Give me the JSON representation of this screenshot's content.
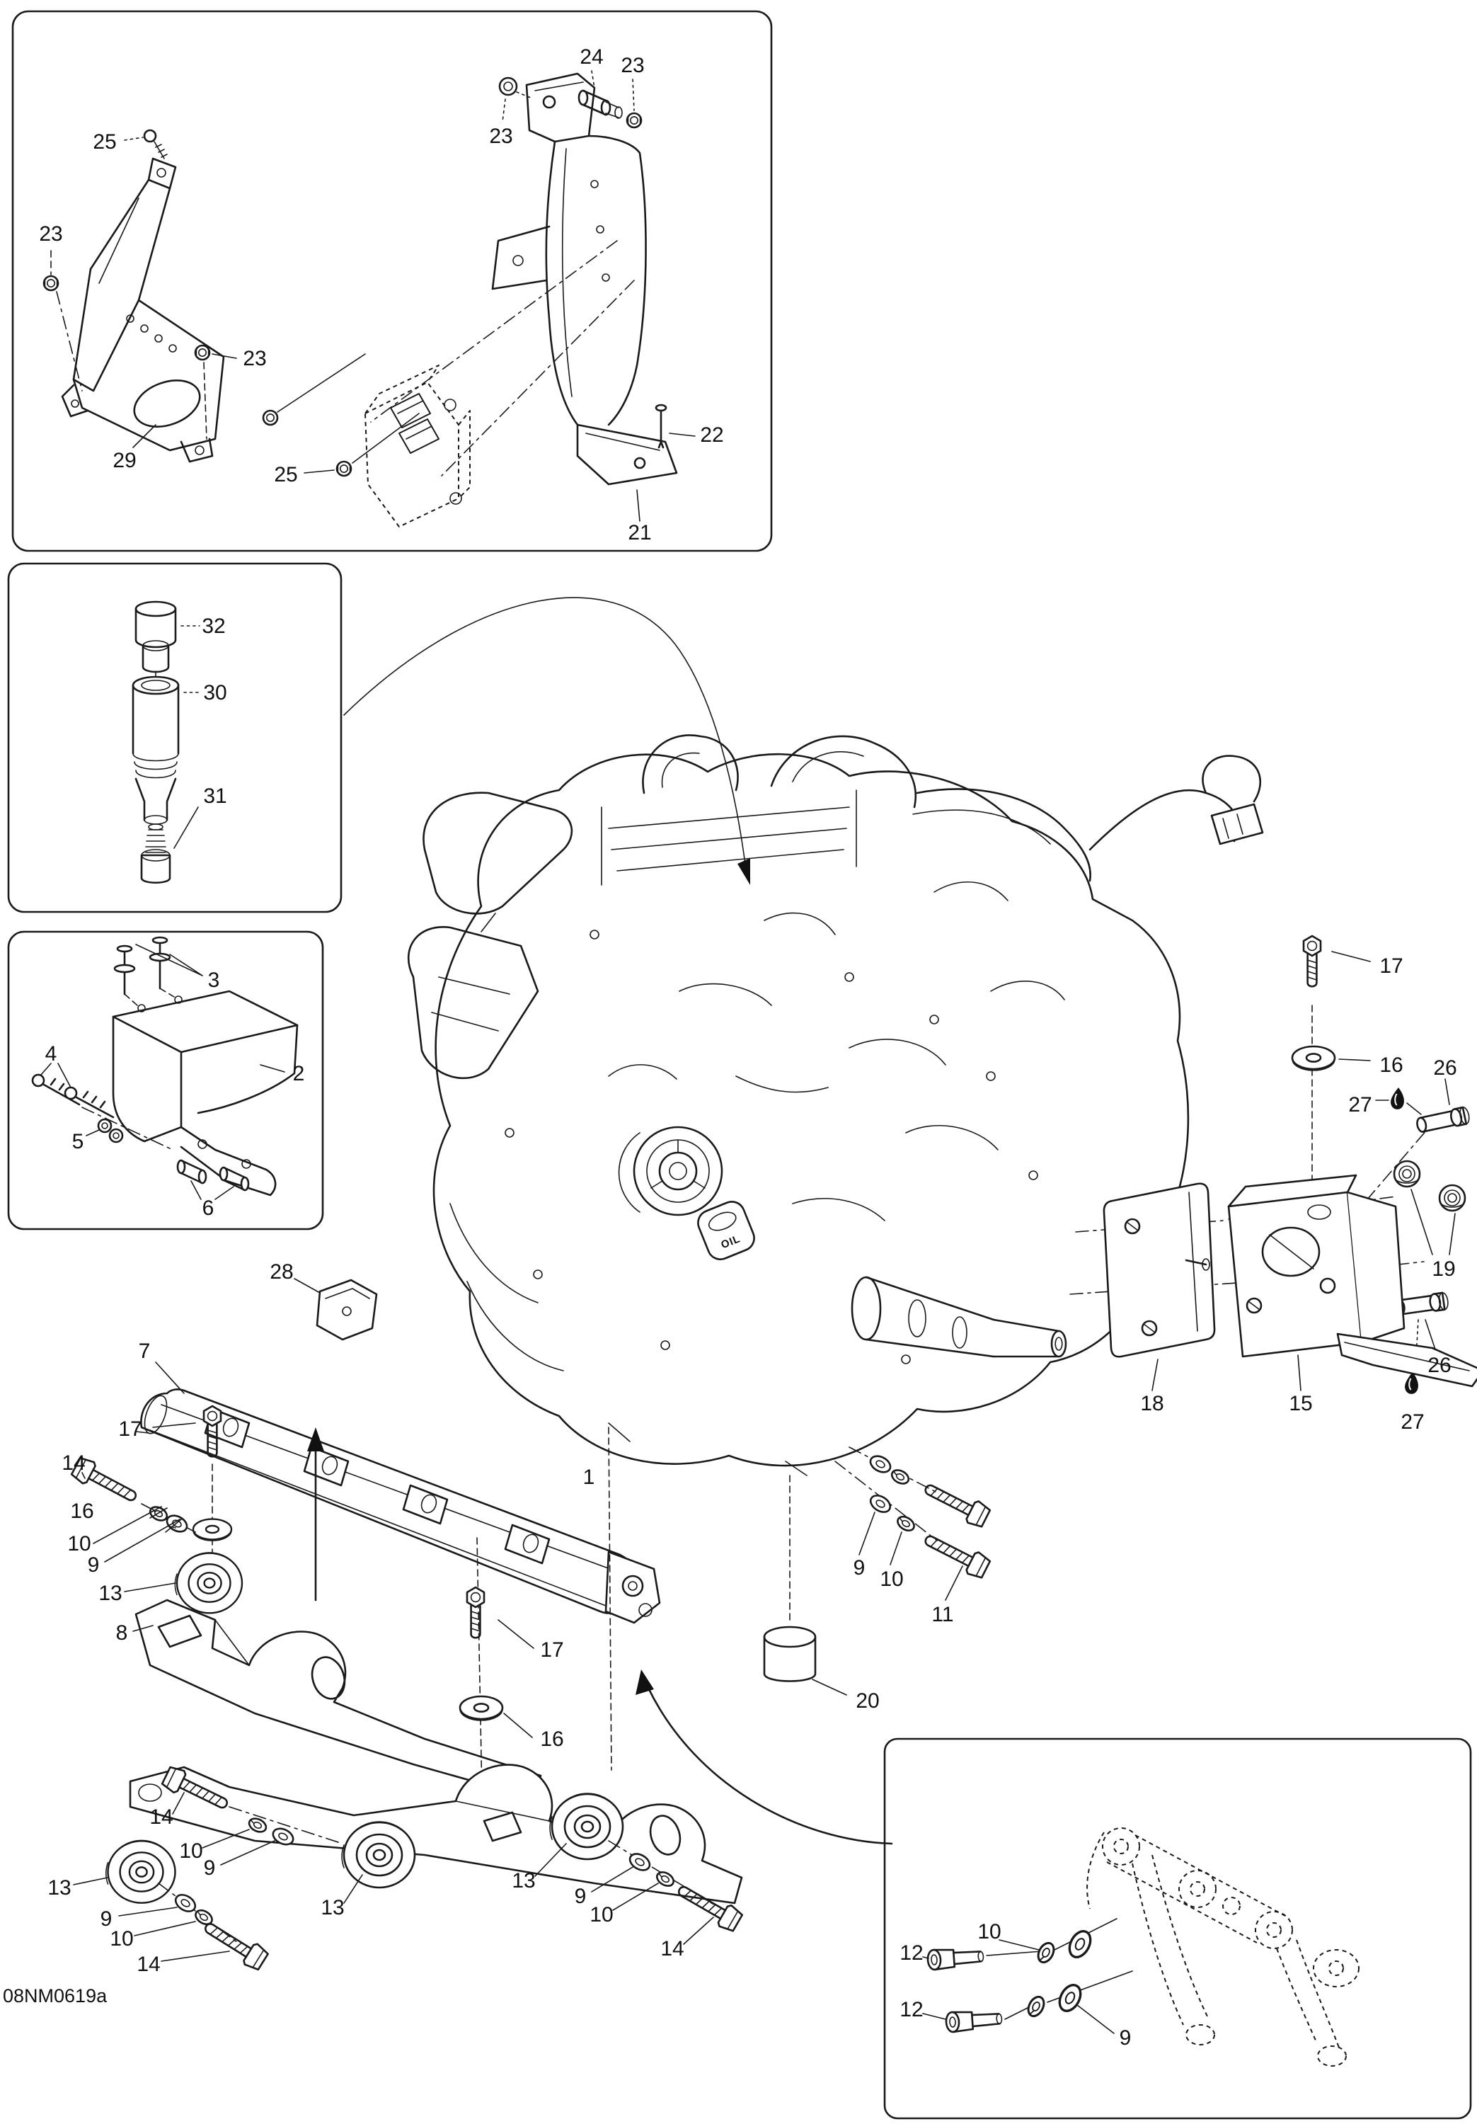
{
  "page": {
    "code": "08NM0619a",
    "background": "#ffffff",
    "line_color": "#1a1a1a"
  },
  "engine": {
    "oil_cap_label": "OIL"
  },
  "callouts": {
    "c01": "25",
    "c02": "23",
    "c03": "23",
    "c04": "29",
    "c05": "25",
    "c06": "24",
    "c07": "23",
    "c08": "23",
    "c09": "22",
    "c10": "21",
    "c11": "32",
    "c12": "30",
    "c13": "31",
    "c14": "3",
    "c15": "2",
    "c16": "4",
    "c17": "5",
    "c18": "6",
    "c19": "28",
    "c20": "7",
    "c21": "17",
    "c22": "14",
    "c23": "16",
    "c24": "10",
    "c25": "9",
    "c26": "13",
    "c27": "8",
    "c28": "17",
    "c29": "16",
    "c30": "1",
    "c31": "14",
    "c32": "10",
    "c33": "9",
    "c34": "13",
    "c35": "9",
    "c36": "10",
    "c37": "14",
    "c38": "13",
    "c39": "13",
    "c40": "9",
    "c41": "10",
    "c42": "14",
    "c43": "9",
    "c44": "10",
    "c45": "11",
    "c46": "20",
    "c47": "17",
    "c48": "16",
    "c49": "26",
    "c50": "27",
    "c51": "19",
    "c52": "26",
    "c53": "27",
    "c54": "18",
    "c55": "15",
    "c56": "12",
    "c57": "10",
    "c58": "12",
    "c59": "9"
  }
}
